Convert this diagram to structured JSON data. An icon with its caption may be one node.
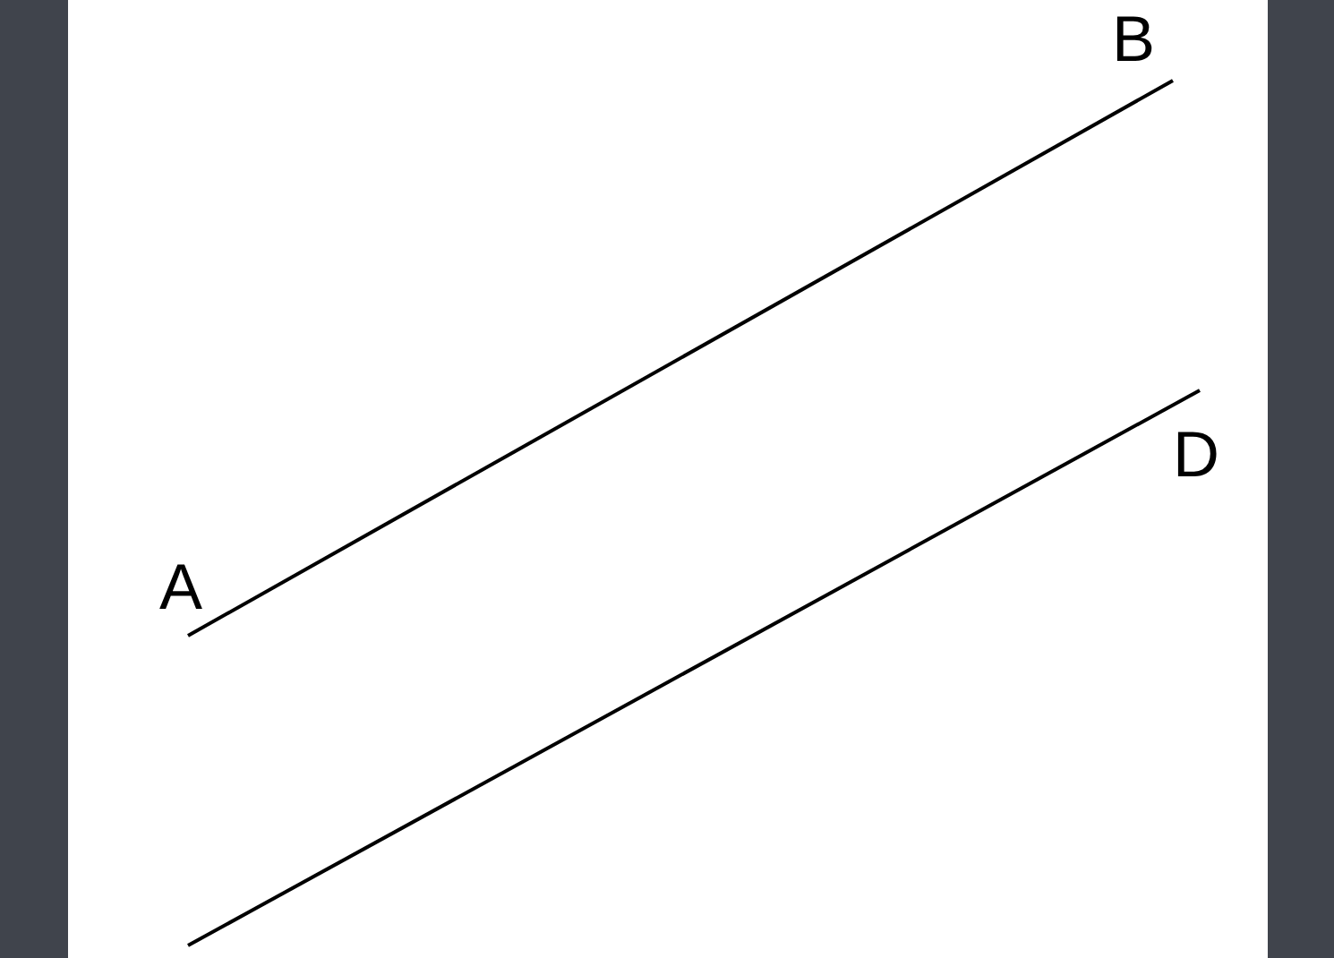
{
  "diagram": {
    "nodes": [
      {
        "text": [
          "A"
        ]
      },
      {
        "text": [
          "B"
        ]
      },
      {
        "text": [
          "D"
        ]
      }
    ],
    "edges": [
      {
        "from": 0,
        "to": 1,
        "arrow": "none"
      },
      {
        "from": null,
        "to": 2,
        "arrow": "none"
      }
    ]
  }
}
